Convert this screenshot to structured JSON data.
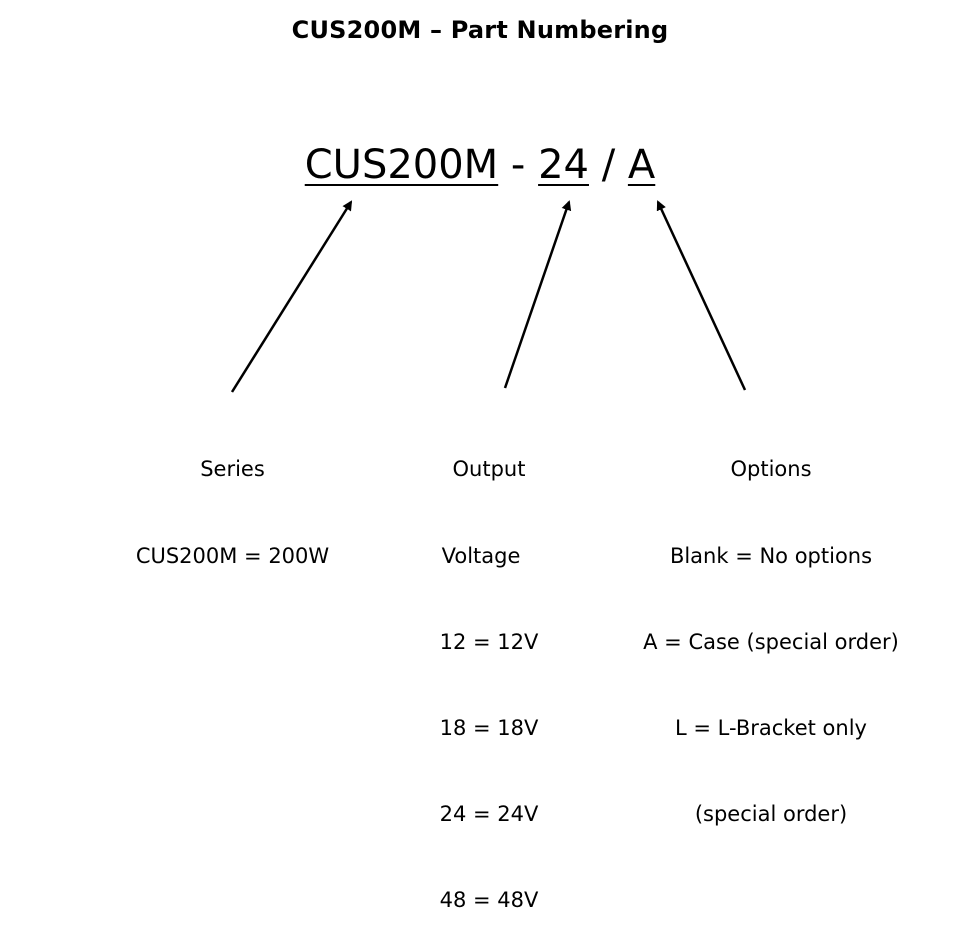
{
  "title": "CUS200M – Part Numbering",
  "part_number": {
    "series": "CUS200M",
    "sep1": " - ",
    "voltage": "24",
    "sep2": " / ",
    "option": "A"
  },
  "series_block": {
    "heading": "Series",
    "lines": [
      "CUS200M = 200W"
    ]
  },
  "voltage_block": {
    "heading": "Output",
    "heading2": "Voltage",
    "lines": [
      "12 = 12V",
      "18 = 18V",
      "24 = 24V",
      "48 = 48V"
    ]
  },
  "options_block": {
    "heading": "Options",
    "lines": [
      "Blank = No options",
      "A = Case (special order)",
      "L = L-Bracket only",
      "(special order)"
    ]
  },
  "arrows": [
    {
      "from": "series-block",
      "to": "part-series"
    },
    {
      "from": "voltage-block",
      "to": "part-voltage"
    },
    {
      "from": "options-block",
      "to": "part-option"
    }
  ]
}
